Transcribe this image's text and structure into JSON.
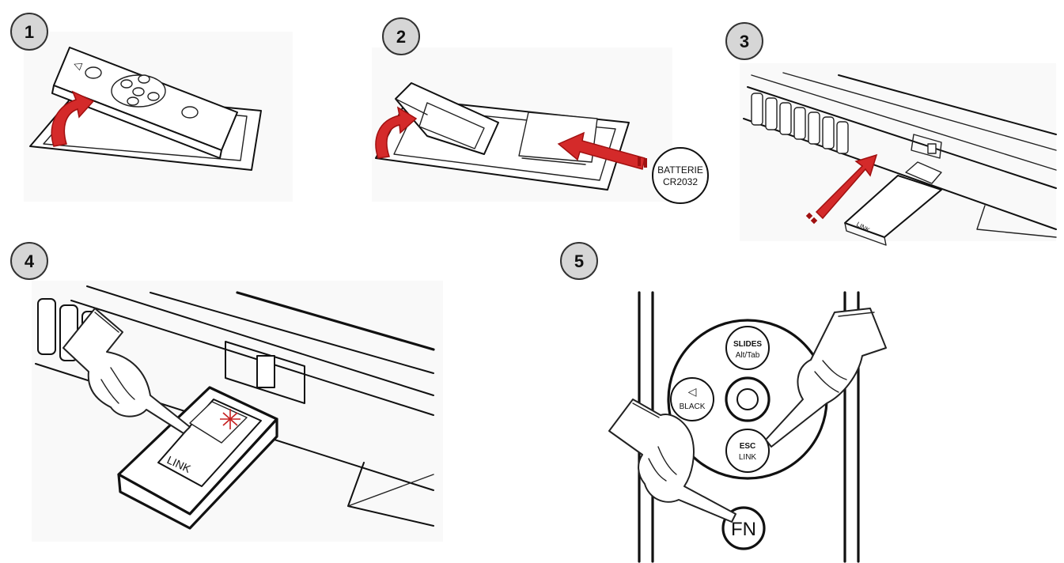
{
  "steps": [
    {
      "number": "1"
    },
    {
      "number": "2"
    },
    {
      "number": "3"
    },
    {
      "number": "4"
    },
    {
      "number": "5"
    }
  ],
  "labels": {
    "battery_line1": "BATTERIE",
    "battery_line2": "CR2032",
    "dongle_link": "LINK",
    "receiver_link": "LINK",
    "slides_line1": "SLIDES",
    "slides_line2": "Alt/Tab",
    "black_label": "BLACK",
    "esc_line1": "ESC",
    "esc_line2": "LINK",
    "fn_label": "FN"
  },
  "colors": {
    "arrow_red": "#d42a2a",
    "badge_fill": "#d6d6d6"
  }
}
